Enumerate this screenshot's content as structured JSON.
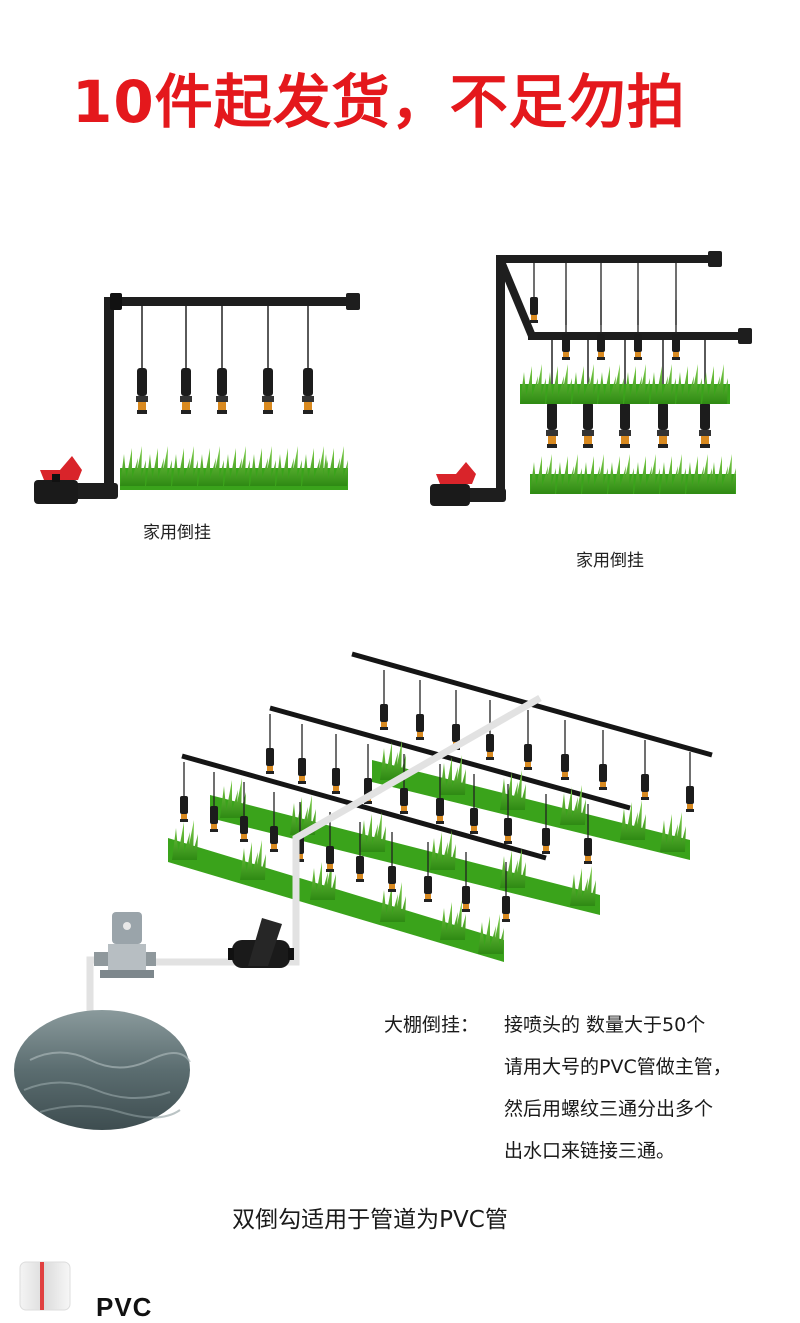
{
  "headline": "10件起发货，不足勿拍",
  "diagram1": {
    "caption": "家用倒挂"
  },
  "diagram2": {
    "caption": "家用倒挂"
  },
  "diagram3": {
    "description": {
      "label": "大棚倒挂：",
      "line1": "接喷头的 数量大于50个",
      "line2": "请用大号的PVC管做主管，",
      "line3": "然后用螺纹三通分出多个",
      "line4": "出水口来链接三通。"
    }
  },
  "bottom_title": "双倒勾适用于管道为PVC管",
  "pvc_label": "PVC",
  "colors": {
    "headline_red": "#e4181c",
    "grass": "#3aa31b",
    "valve_red": "#d9242a",
    "pipe": "#1c1c1c",
    "pvc_pipe": "#e6e6e6"
  }
}
